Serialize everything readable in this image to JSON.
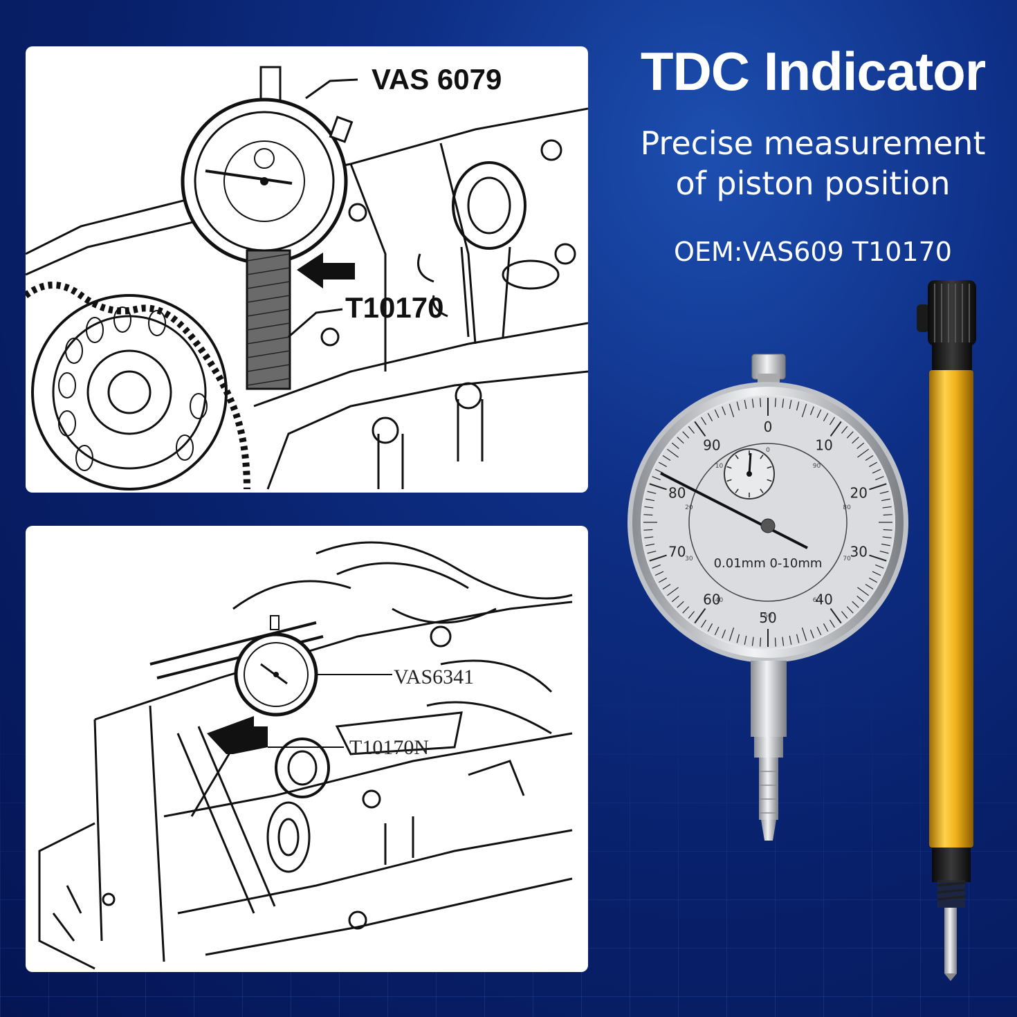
{
  "header": {
    "title": "TDC Indicator",
    "subtitle_line1": "Precise measurement",
    "subtitle_line2": "of piston position",
    "oem": "OEM:VAS609 T10170"
  },
  "diagram_top": {
    "label_gauge": "VAS 6079",
    "label_adapter": "T10170"
  },
  "diagram_bottom": {
    "label_gauge": "VAS6341",
    "label_adapter": "T10170N"
  },
  "dial": {
    "spec": "0.01mm 0-10mm",
    "main_numbers": [
      "0",
      "10",
      "20",
      "30",
      "40",
      "50",
      "60",
      "70",
      "80",
      "90"
    ],
    "inner_numbers": [
      "0",
      "90",
      "80",
      "70",
      "60",
      "50",
      "40",
      "30",
      "20",
      "10"
    ]
  },
  "colors": {
    "background": "#0a2574",
    "extension_rod": "#e3a812",
    "knurl": "#1b1b1b"
  }
}
